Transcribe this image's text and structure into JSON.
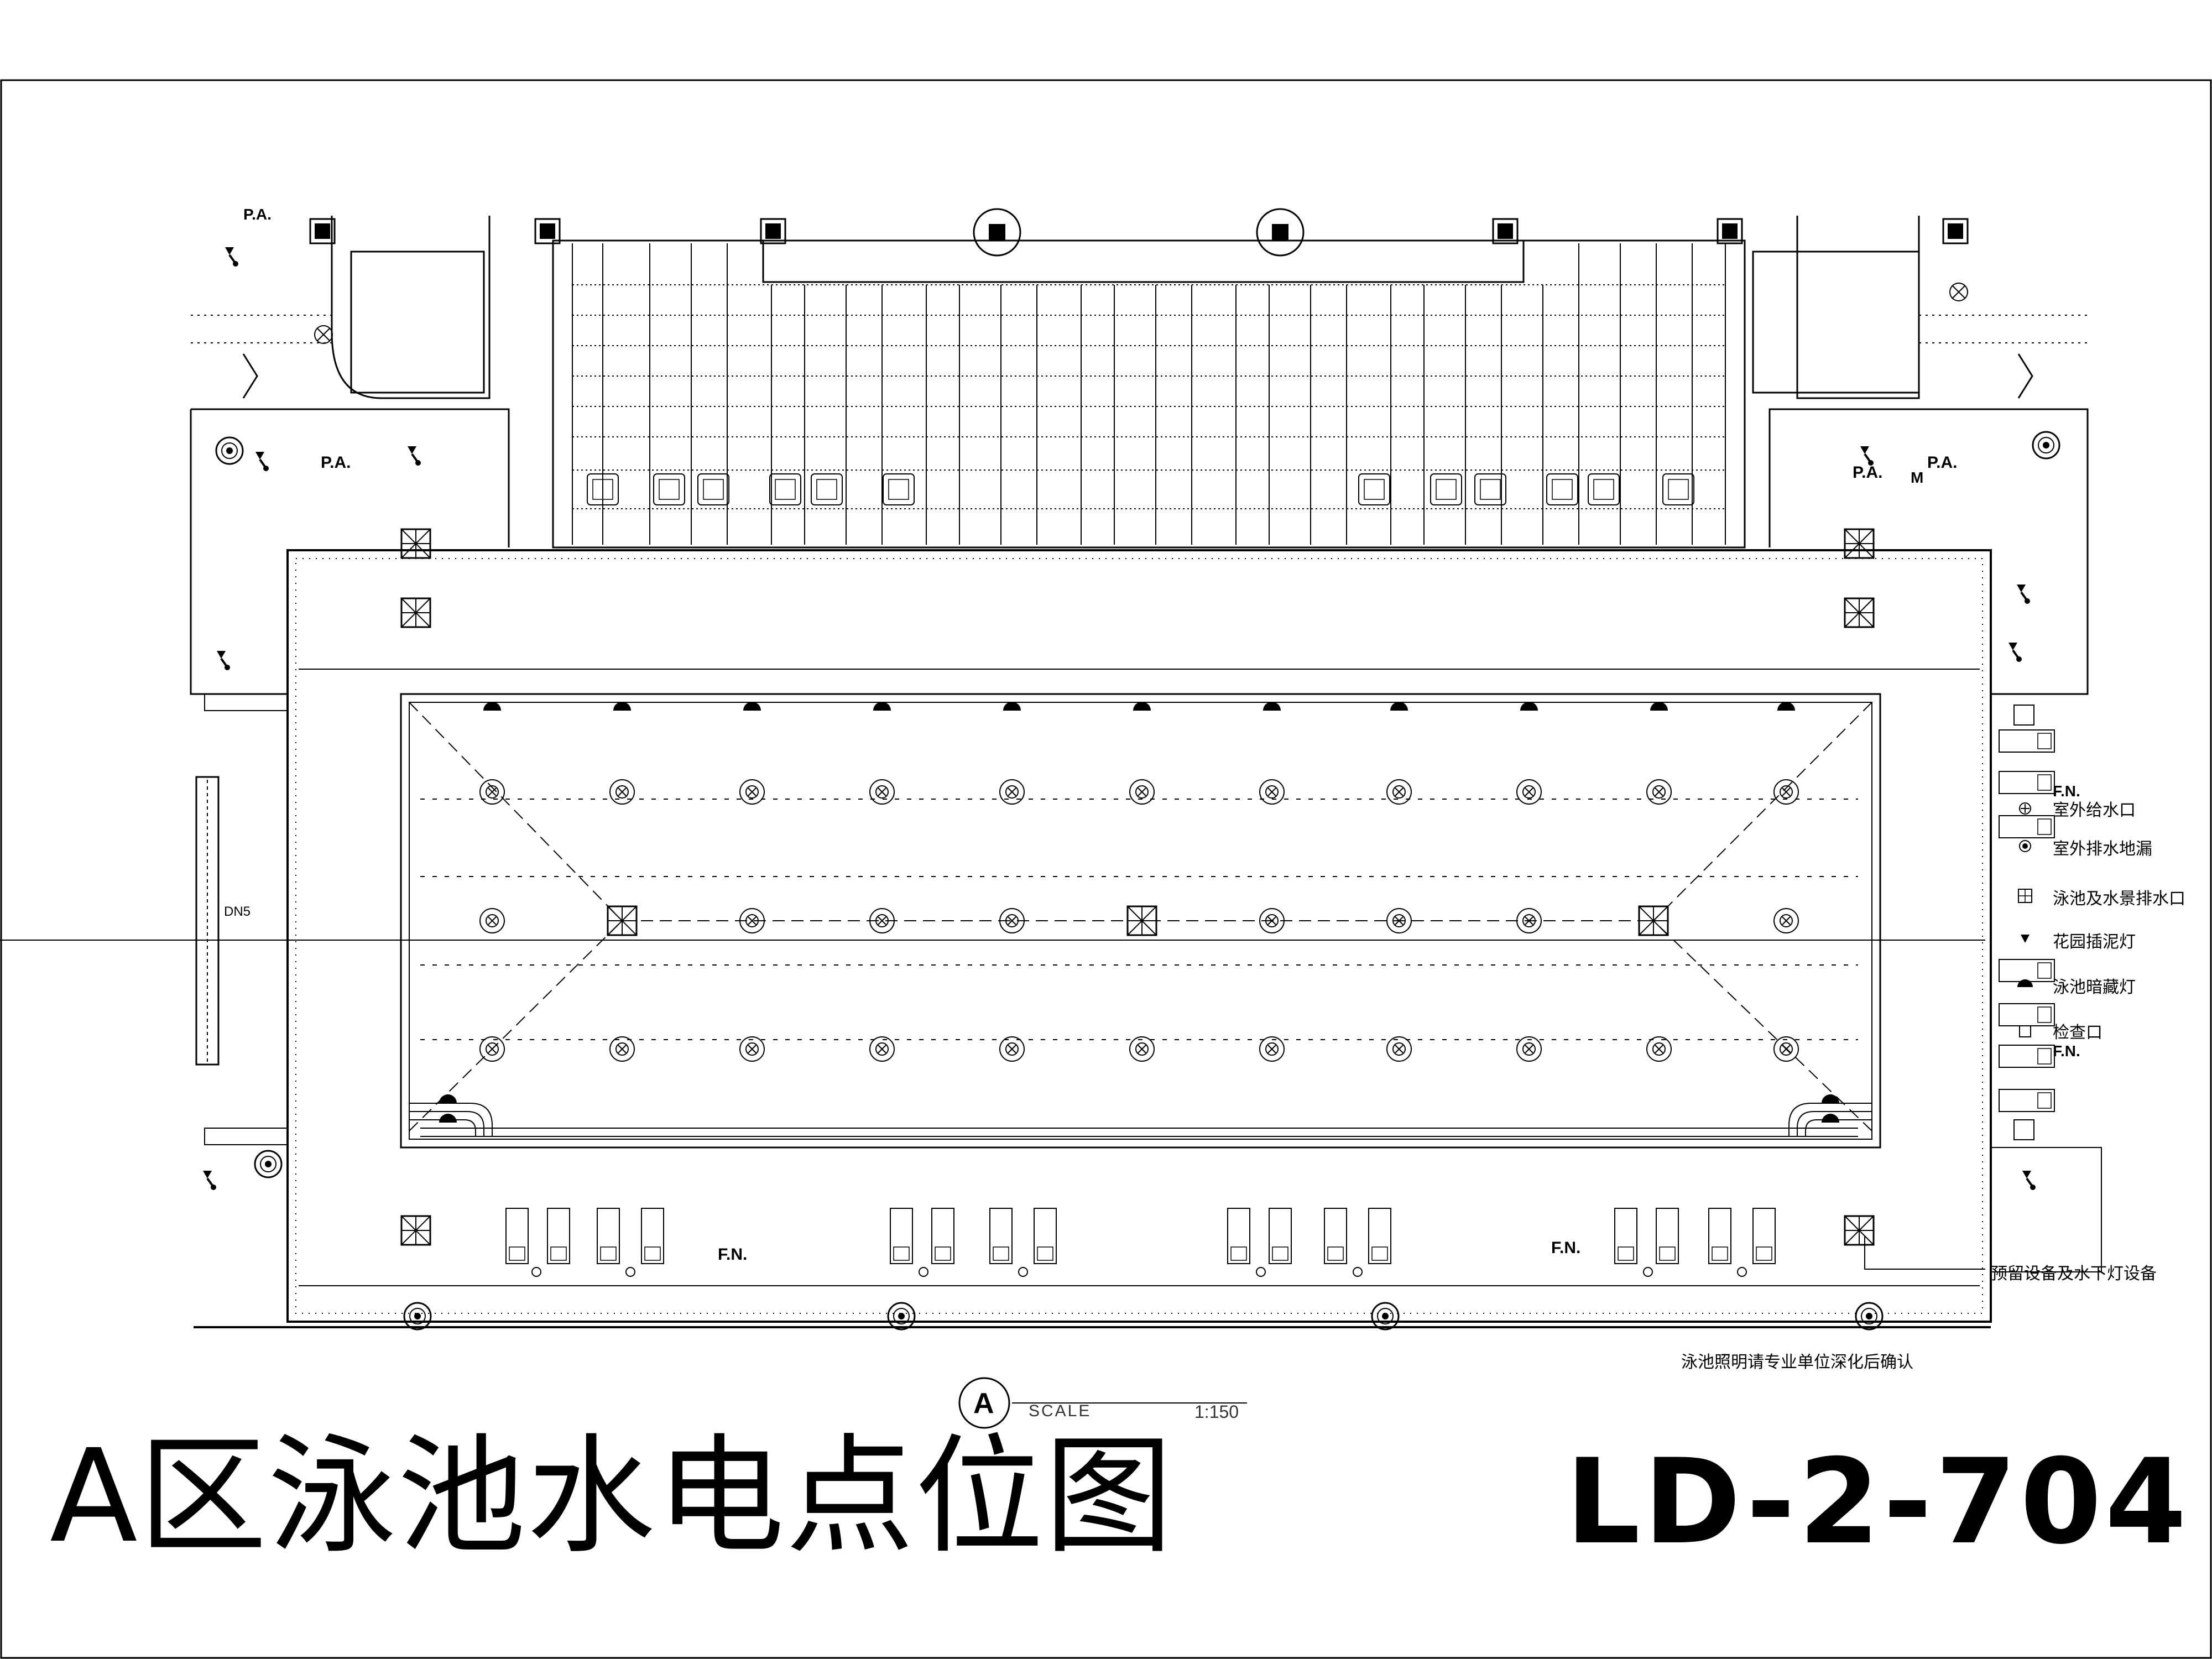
{
  "drawing": {
    "title": "A区泳池水电点位图",
    "sheet_number": "LD-2-704",
    "scale_label": "SCALE",
    "scale_value": "1:150",
    "section_mark": "A",
    "pipe_label": "DN5",
    "note_lighting": "泳池照明请专业单位深化后确认",
    "note_equipment": "预留设备及水下灯设备"
  },
  "labels": {
    "pa": "P.A.",
    "fn": "F.N.",
    "m": "M"
  },
  "legend": {
    "items": [
      {
        "icon": "outdoor-water-supply-icon",
        "label": "室外给水口"
      },
      {
        "icon": "outdoor-floor-drain-icon",
        "label": "室外排水地漏"
      },
      {
        "icon": "pool-drain-icon",
        "label": "泳池及水景排水口"
      },
      {
        "icon": "garden-spike-light-icon",
        "label": "花园插泥灯"
      },
      {
        "icon": "pool-recessed-light-icon",
        "label": "泳池暗藏灯"
      },
      {
        "icon": "inspection-port-icon",
        "label": "检查口"
      }
    ]
  },
  "colors": {
    "line": "#000000",
    "background": "#ffffff"
  }
}
